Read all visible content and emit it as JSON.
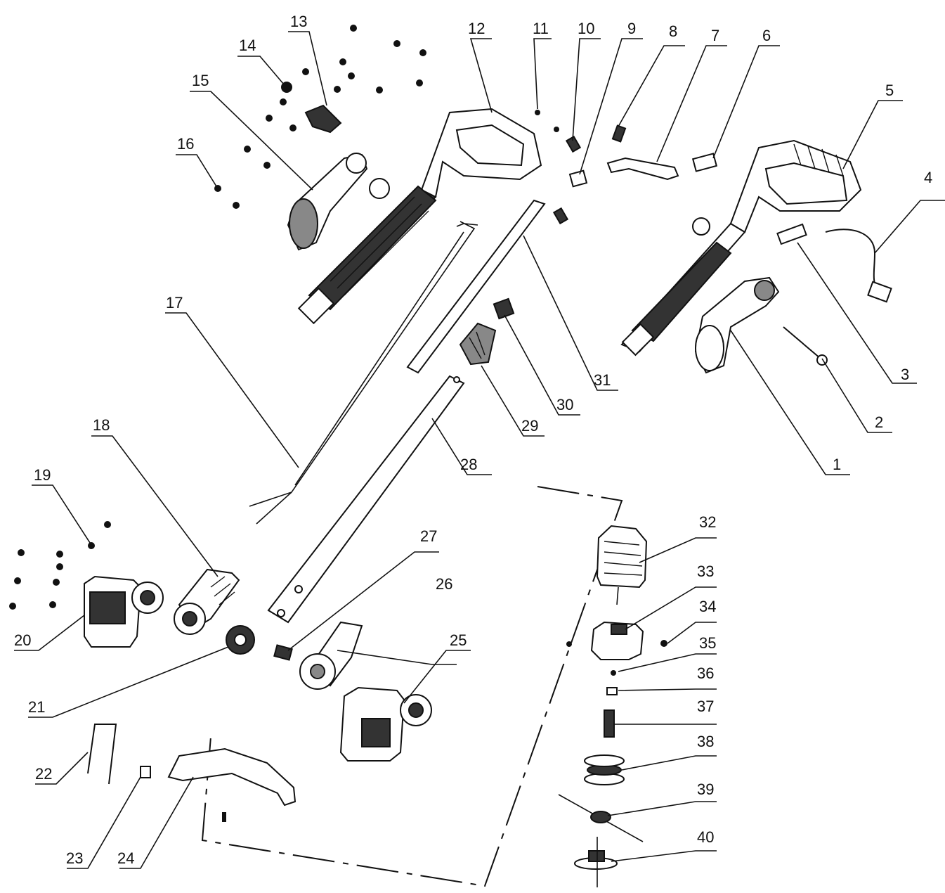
{
  "diagram": {
    "callouts": [
      "1",
      "2",
      "3",
      "4",
      "5",
      "6",
      "7",
      "8",
      "9",
      "10",
      "11",
      "12",
      "13",
      "14",
      "15",
      "16",
      "17",
      "18",
      "19",
      "20",
      "21",
      "22",
      "23",
      "24",
      "25",
      "26",
      "27",
      "28",
      "29",
      "30",
      "31",
      "32",
      "33",
      "34",
      "35",
      "36",
      "37",
      "38",
      "39",
      "40"
    ]
  }
}
